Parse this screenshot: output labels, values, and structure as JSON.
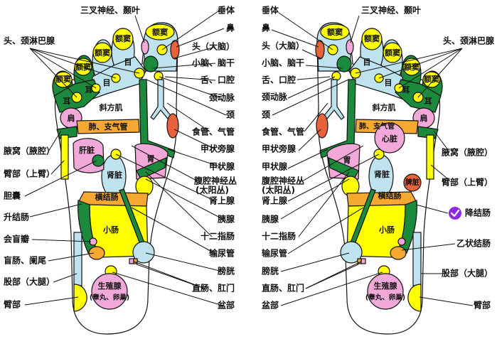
{
  "colors": {
    "yellow": "#ffff00",
    "green": "#1b8a3c",
    "lightblue": "#bfe3ee",
    "pink": "#f2a8d8",
    "orange": "#f5a832",
    "red": "#e8623c",
    "badge": "#8a2be2"
  },
  "left_foot": {
    "labels": {
      "trigeminal": "三叉神经、颞叶",
      "lymph": "头、颈淋巴腺",
      "pituitary": "垂体",
      "nose": "鼻",
      "brain": "头（大脑）",
      "cerebellum": "小脑、脑干",
      "tongue": "舌、口腔",
      "carotid": "颈动脉",
      "neck": "颈",
      "esophagus": "食管、气管",
      "parathyroid": "甲状旁腺",
      "thyroid": "甲状腺",
      "solar1": "腹腔神经丛",
      "solar2": "(太阳丛)",
      "adrenal": "肾上腺",
      "pancreas": "胰腺",
      "duodenum": "十二指肠",
      "ureter": "输尿管",
      "bladder": "膀胱",
      "rectum": "直肠、肛门",
      "pelvis": "盆部",
      "armpit": "腋窝（腋腔）",
      "upper_arm": "臂部（上臂）",
      "gallbladder": "胆囊",
      "ascending_colon": "升结肠",
      "ileocecal": "会盲瓣",
      "cecum": "盲肠、阑尾",
      "thigh": "股部（大腿）",
      "hip": "臂部"
    },
    "organs": {
      "sinus": "额窦",
      "eye": "目",
      "ear": "耳",
      "trapezius": "斜方肌",
      "shoulder": "肩",
      "lung": "肺、支气管",
      "liver": "肝脏",
      "kidney": "肾脏",
      "stomach": "胃",
      "transverse_colon": "横结肠",
      "small_intestine": "小肠",
      "gonad": "生殖腺",
      "gonad_sub": "(睾丸、卵巢)"
    }
  },
  "right_foot": {
    "labels": {
      "pituitary": "垂体",
      "nose": "鼻",
      "brain": "头（大脑）",
      "cerebellum": "小脑、脑干",
      "tongue": "舌、口腔",
      "carotid": "颈动脉",
      "neck": "颈",
      "esophagus": "食管、气管",
      "parathyroid": "甲状旁腺",
      "thyroid": "甲状腺",
      "solar1": "腹腔神经丛",
      "solar2": "(太阳丛)",
      "adrenal": "肾上腺",
      "pancreas": "胰腺",
      "duodenum": "十二指肠",
      "ureter": "输尿管",
      "bladder": "膀胱",
      "rectum": "直肠、肛门",
      "pelvis": "盆部",
      "trigeminal": "三叉神经、颞叶",
      "lymph": "头、颈淋巴腺",
      "armpit": "腋窝（腋腔）",
      "upper_arm": "臂部（上臂）",
      "descending_colon": "降结肠",
      "sigmoid": "乙状结肠",
      "thigh": "股部（大腿）",
      "hip": "臂部"
    },
    "organs": {
      "sinus": "额窦",
      "eye": "目",
      "ear": "耳",
      "trapezius": "斜方肌",
      "shoulder": "肩",
      "lung": "肺、支气管",
      "heart": "心脏",
      "spleen": "脾脏",
      "kidney": "肾脏",
      "stomach": "胃",
      "transverse_colon": "横结肠",
      "small_intestine": "小肠",
      "gonad": "生殖腺",
      "gonad_sub": "(睾丸、卵巢)"
    }
  }
}
